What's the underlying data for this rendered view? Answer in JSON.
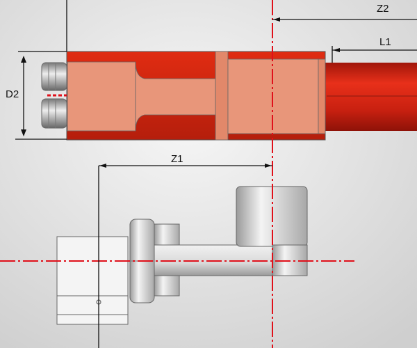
{
  "dimensions": {
    "z1": "Z1",
    "z2": "Z2",
    "l1": "L1",
    "d2": "D2"
  },
  "colors": {
    "body_red": "#d4290f",
    "body_light": "#e89473",
    "centerline": "#e0101a",
    "background": "#e6e6e6"
  }
}
